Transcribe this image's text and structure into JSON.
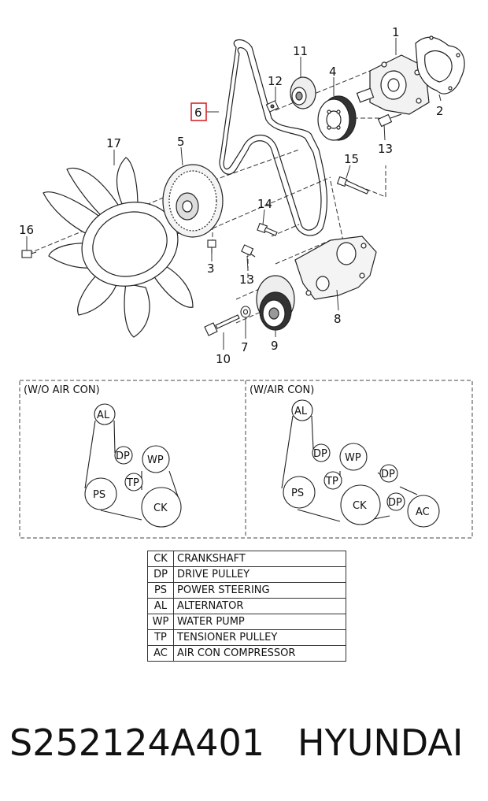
{
  "callouts": [
    {
      "id": "c1",
      "label": "1"
    },
    {
      "id": "c2",
      "label": "2"
    },
    {
      "id": "c3",
      "label": "3"
    },
    {
      "id": "c4",
      "label": "4"
    },
    {
      "id": "c5",
      "label": "5"
    },
    {
      "id": "c6",
      "label": "6"
    },
    {
      "id": "c7",
      "label": "7"
    },
    {
      "id": "c8",
      "label": "8"
    },
    {
      "id": "c9",
      "label": "9"
    },
    {
      "id": "c10",
      "label": "10"
    },
    {
      "id": "c11",
      "label": "11"
    },
    {
      "id": "c12",
      "label": "12"
    },
    {
      "id": "c13a",
      "label": "13"
    },
    {
      "id": "c13b",
      "label": "13"
    },
    {
      "id": "c14",
      "label": "14"
    },
    {
      "id": "c15",
      "label": "15"
    },
    {
      "id": "c16",
      "label": "16"
    },
    {
      "id": "c17",
      "label": "17"
    }
  ],
  "highlight_color": "#d6262c",
  "routing": {
    "without_ac": {
      "title": "(W/O AIR CON)",
      "pulleys": [
        "AL",
        "DP",
        "WP",
        "TP",
        "PS",
        "CK"
      ]
    },
    "with_ac": {
      "title": "(W/AIR CON)",
      "pulleys": [
        "AL",
        "DP",
        "WP",
        "DP",
        "TP",
        "PS",
        "CK",
        "DP",
        "AC"
      ]
    }
  },
  "legend": [
    {
      "code": "CK",
      "desc": "CRANKSHAFT"
    },
    {
      "code": "DP",
      "desc": "DRIVE  PULLEY"
    },
    {
      "code": "PS",
      "desc": "POWER  STEERING"
    },
    {
      "code": "AL",
      "desc": "ALTERNATOR"
    },
    {
      "code": "WP",
      "desc": "WATER  PUMP"
    },
    {
      "code": "TP",
      "desc": "TENSIONER  PULLEY"
    },
    {
      "code": "AC",
      "desc": "AIR  CON COMPRESSOR"
    }
  ],
  "footer": {
    "part_number": "S252124A401",
    "brand": "HYUNDAI"
  }
}
